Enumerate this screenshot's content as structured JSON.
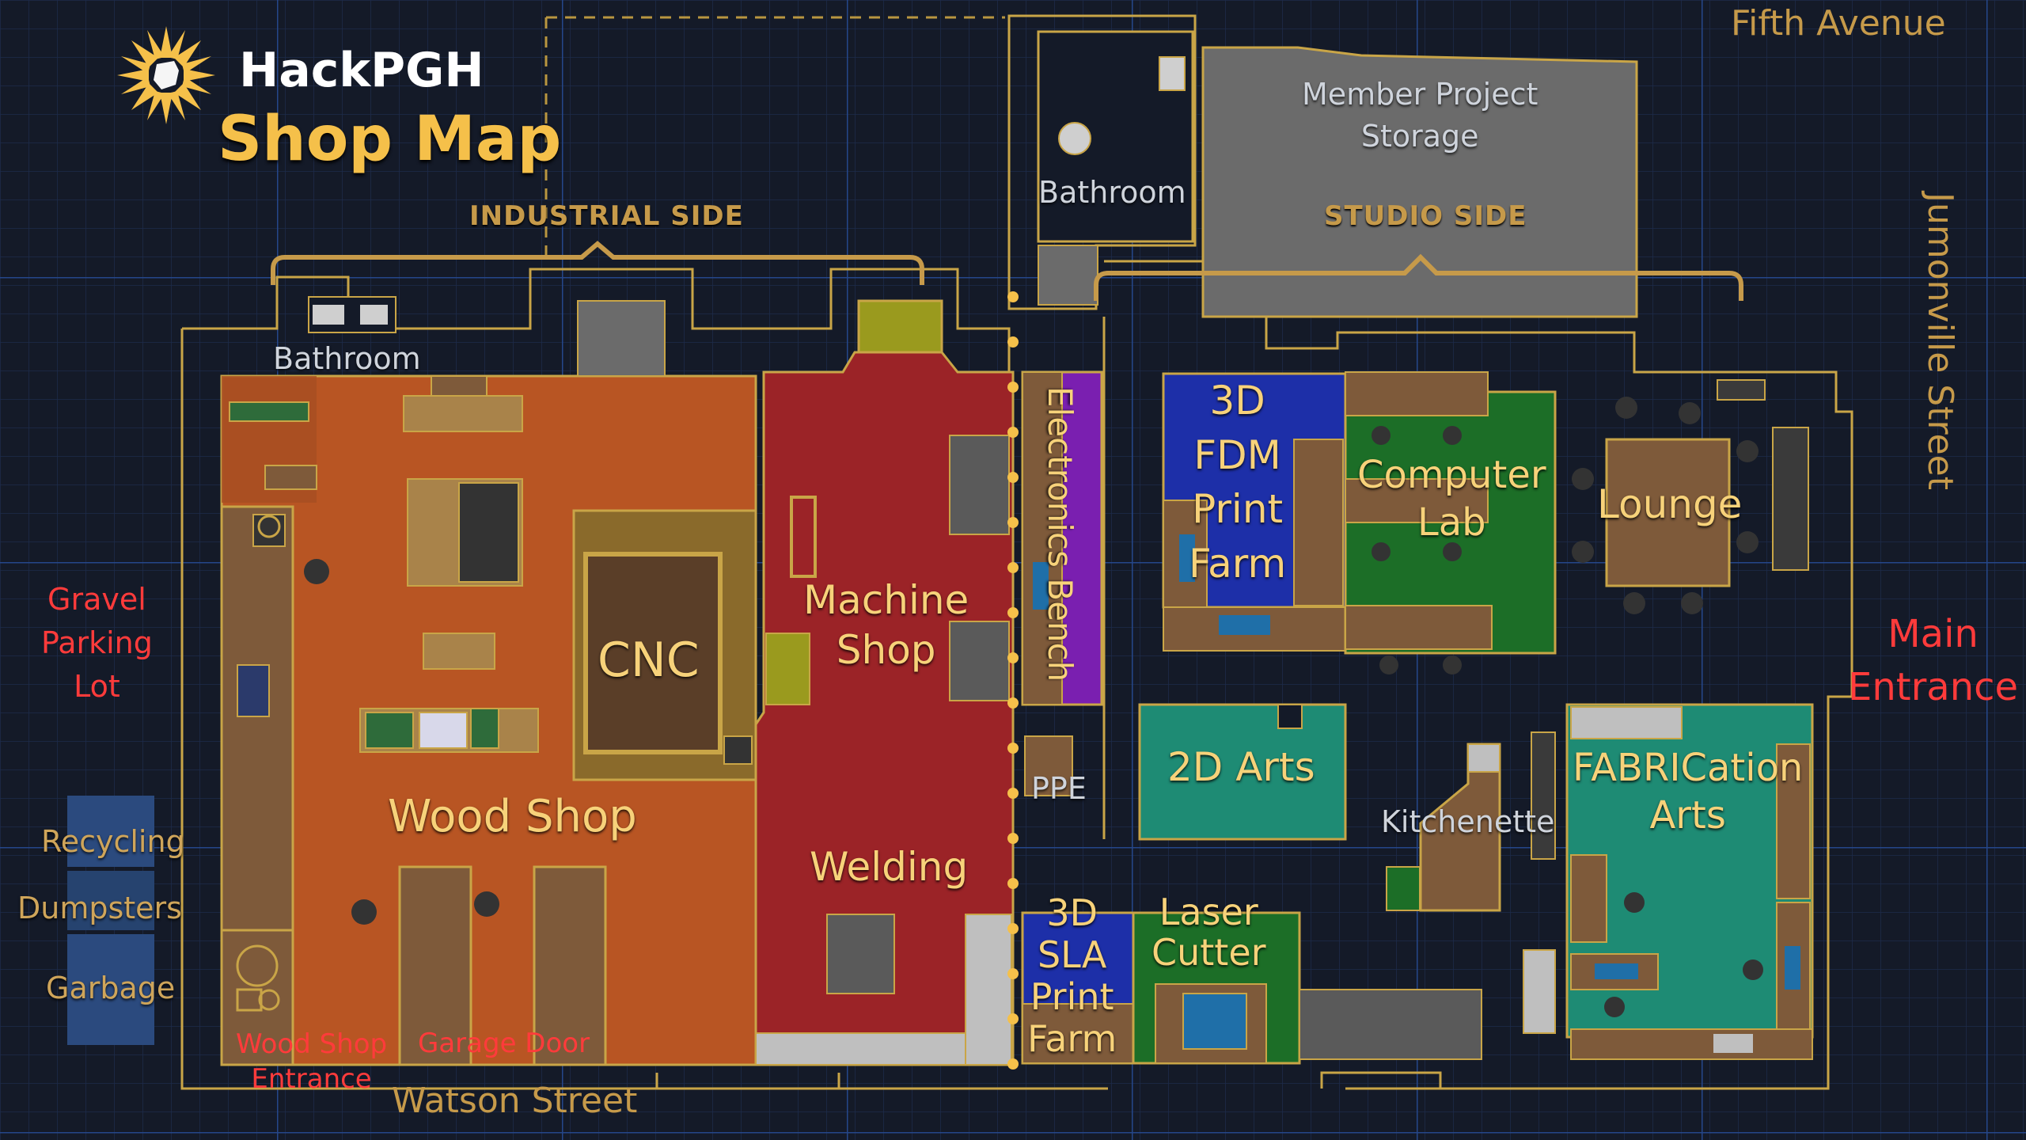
{
  "header": {
    "brand": "HackPGH",
    "title": "Shop Map",
    "logo_icon": "fist-sunburst-icon"
  },
  "sides": {
    "industrial": "INDUSTRIAL SIDE",
    "studio": "STUDIO SIDE"
  },
  "streets": {
    "north": "Fifth Avenue",
    "east": "Jumonville Street",
    "south": "Watson Street"
  },
  "rooms": {
    "wood_shop": "Wood Shop",
    "cnc": "CNC",
    "machine_shop": [
      "Machine",
      "Shop"
    ],
    "welding": "Welding",
    "electronics_bench": "Electronics Bench",
    "ppe": "PPE",
    "fdm_print_farm": [
      "3D",
      "FDM",
      "Print",
      "Farm"
    ],
    "computer_lab": [
      "Computer",
      "Lab"
    ],
    "lounge": "Lounge",
    "arts_2d": "2D Arts",
    "kitchenette": "Kitchenette",
    "fabrication_arts": [
      "FABRICation",
      "Arts"
    ],
    "sla_print_farm": [
      "3D",
      "SLA",
      "Print",
      "Farm"
    ],
    "laser_cutter": [
      "Laser",
      "Cutter"
    ],
    "member_storage": [
      "Member Project",
      "Storage"
    ],
    "bathroom_west": "Bathroom",
    "bathroom_north": "Bathroom"
  },
  "outside": {
    "parking": [
      "Gravel",
      "Parking",
      "Lot"
    ],
    "recycling": "Recycling",
    "dumpsters": "Dumpsters",
    "garbage": "Garbage",
    "main_entrance": [
      "Main",
      "Entrance"
    ],
    "wood_entrance": [
      "Wood Shop",
      "Entrance"
    ],
    "garage_door": "Garage Door"
  },
  "colors": {
    "background": "#141a28",
    "grid": "#1f3f78",
    "outline": "#c9a547",
    "wood_shop": "#b85523",
    "machine_shop": "#9b2327",
    "fdm_print_farm": "#1d2fa8",
    "computer_lab": "#1c6e27",
    "fabrication_arts": "#1e8b74",
    "arts_2d": "#1e8b74",
    "electronics_bench": "#7a1fb0",
    "laser_cutter": "#1c6e27",
    "sla_print_farm": "#1d2fa8",
    "cnc": "#8a6a2b",
    "storage": "#6b6b6b"
  }
}
